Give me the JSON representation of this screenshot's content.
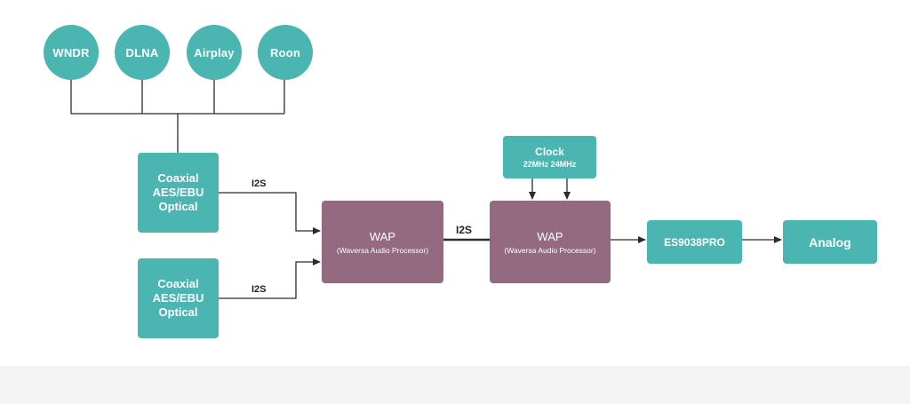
{
  "colors": {
    "teal": "#4ab5b1",
    "mauve": "#936a80",
    "line": "#2b2b2b",
    "footer": "#f4f4f4"
  },
  "sources": [
    "WNDR",
    "DLNA",
    "Airplay",
    "Roon"
  ],
  "input_1": {
    "lines": [
      "Coaxial",
      "AES/EBU",
      "Optical"
    ]
  },
  "input_2": {
    "lines": [
      "Coaxial",
      "AES/EBU",
      "Optical"
    ]
  },
  "link_labels": {
    "input_1": "I2S",
    "input_2": "I2S",
    "wap_to_wap": "I2S"
  },
  "wap_1": {
    "title": "WAP",
    "subtitle": "(Waversa Audio Processor)"
  },
  "wap_2": {
    "title": "WAP",
    "subtitle": "(Waversa Audio Processor)"
  },
  "clock": {
    "title": "Clock",
    "subtitle": "22MHz 24MHz"
  },
  "dac": {
    "label": "ES9038PRO"
  },
  "output": {
    "label": "Analog"
  }
}
